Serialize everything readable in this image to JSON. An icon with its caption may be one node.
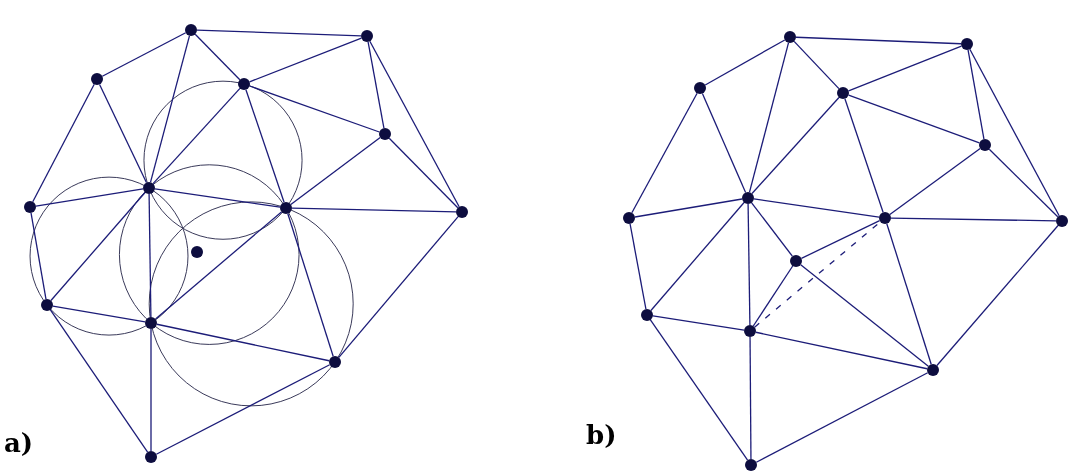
{
  "diagram": {
    "nodes": [
      {
        "text": [],
        "shape": "circle"
      },
      {
        "text": [],
        "shape": "circle"
      },
      {
        "text": [],
        "shape": "circle"
      },
      {
        "text": [],
        "shape": "circle"
      },
      {
        "text": [],
        "shape": "circle"
      },
      {
        "text": [],
        "shape": "circle"
      },
      {
        "text": [],
        "shape": "circle"
      },
      {
        "text": [],
        "shape": "circle"
      },
      {
        "text": [],
        "shape": "circle"
      },
      {
        "text": [],
        "shape": "circle"
      },
      {
        "text": [],
        "shape": "circle"
      },
      {
        "text": [],
        "shape": "circle"
      },
      {
        "text": [],
        "shape": "circle"
      },
      {
        "text": [],
        "shape": "circle"
      },
      {
        "text": [],
        "shape": "circle"
      },
      {
        "text": [],
        "shape": "circle"
      },
      {
        "text": [],
        "shape": "circle"
      },
      {
        "text": [],
        "shape": "circle"
      },
      {
        "text": [],
        "shape": "circle"
      },
      {
        "text": [],
        "shape": "circle"
      },
      {
        "text": [],
        "shape": "circle"
      },
      {
        "text": [],
        "shape": "circle"
      },
      {
        "text": [],
        "shape": "circle"
      },
      {
        "text": [],
        "shape": "circle"
      },
      {
        "text": [],
        "shape": "circle"
      },
      {
        "text": [],
        "shape": "circle"
      },
      {
        "text": [],
        "shape": "circle"
      },
      {
        "text": [],
        "shape": "circle"
      }
    ],
    "edges": [
      {
        "from": 0,
        "to": 1,
        "arrow": "none"
      },
      {
        "from": 0,
        "to": 2,
        "arrow": "none"
      },
      {
        "from": 0,
        "to": 3,
        "arrow": "none"
      },
      {
        "from": 0,
        "to": 6,
        "arrow": "none"
      },
      {
        "from": 1,
        "to": 3,
        "arrow": "none"
      },
      {
        "from": 1,
        "to": 4,
        "arrow": "none"
      },
      {
        "from": 1,
        "to": 8,
        "arrow": "none"
      },
      {
        "from": 2,
        "to": 5,
        "arrow": "none"
      },
      {
        "from": 2,
        "to": 6,
        "arrow": "none"
      },
      {
        "from": 3,
        "to": 6,
        "arrow": "none"
      },
      {
        "from": 3,
        "to": 7,
        "arrow": "none"
      },
      {
        "from": 3,
        "to": 4,
        "arrow": "none"
      },
      {
        "from": 4,
        "to": 7,
        "arrow": "none"
      },
      {
        "from": 4,
        "to": 8,
        "arrow": "none"
      },
      {
        "from": 5,
        "to": 6,
        "arrow": "none"
      },
      {
        "from": 5,
        "to": 9,
        "arrow": "none"
      },
      {
        "from": 6,
        "to": 7,
        "arrow": "none"
      },
      {
        "from": 6,
        "to": 9,
        "arrow": "none"
      },
      {
        "from": 6,
        "to": 10,
        "arrow": "none"
      },
      {
        "from": 7,
        "to": 8,
        "arrow": "none"
      },
      {
        "from": 7,
        "to": 10,
        "arrow": "none"
      },
      {
        "from": 7,
        "to": 11,
        "arrow": "none"
      },
      {
        "from": 8,
        "to": 11,
        "arrow": "none"
      },
      {
        "from": 9,
        "to": 10,
        "arrow": "none"
      },
      {
        "from": 9,
        "to": 12,
        "arrow": "none"
      },
      {
        "from": 10,
        "to": 11,
        "arrow": "none"
      },
      {
        "from": 10,
        "to": 12,
        "arrow": "none"
      },
      {
        "from": 11,
        "to": 12,
        "arrow": "none"
      },
      {
        "from": 14,
        "to": 15,
        "arrow": "none"
      },
      {
        "from": 14,
        "to": 16,
        "arrow": "none"
      },
      {
        "from": 14,
        "to": 17,
        "arrow": "none"
      },
      {
        "from": 14,
        "to": 20,
        "arrow": "none"
      },
      {
        "from": 15,
        "to": 17,
        "arrow": "none"
      },
      {
        "from": 15,
        "to": 18,
        "arrow": "none"
      },
      {
        "from": 15,
        "to": 22,
        "arrow": "none"
      },
      {
        "from": 16,
        "to": 19,
        "arrow": "none"
      },
      {
        "from": 16,
        "to": 20,
        "arrow": "none"
      },
      {
        "from": 17,
        "to": 20,
        "arrow": "none"
      },
      {
        "from": 17,
        "to": 21,
        "arrow": "none"
      },
      {
        "from": 17,
        "to": 18,
        "arrow": "none"
      },
      {
        "from": 18,
        "to": 21,
        "arrow": "none"
      },
      {
        "from": 18,
        "to": 22,
        "arrow": "none"
      },
      {
        "from": 19,
        "to": 20,
        "arrow": "none"
      },
      {
        "from": 19,
        "to": 23,
        "arrow": "none"
      },
      {
        "from": 20,
        "to": 21,
        "arrow": "none"
      },
      {
        "from": 20,
        "to": 23,
        "arrow": "none"
      },
      {
        "from": 20,
        "to": 24,
        "arrow": "none"
      },
      {
        "from": 21,
        "to": 22,
        "arrow": "none"
      },
      {
        "from": 24,
        "to": 21,
        "arrow": "none",
        "style": "dashed"
      },
      {
        "from": 21,
        "to": 25,
        "arrow": "none"
      },
      {
        "from": 22,
        "to": 25,
        "arrow": "none"
      },
      {
        "from": 23,
        "to": 24,
        "arrow": "none"
      },
      {
        "from": 23,
        "to": 26,
        "arrow": "none"
      },
      {
        "from": 24,
        "to": 25,
        "arrow": "none"
      },
      {
        "from": 24,
        "to": 26,
        "arrow": "none"
      },
      {
        "from": 25,
        "to": 26,
        "arrow": "none"
      },
      {
        "from": 27,
        "to": 20,
        "arrow": "none"
      },
      {
        "from": 27,
        "to": 21,
        "arrow": "none"
      },
      {
        "from": 27,
        "to": 24,
        "arrow": "none"
      },
      {
        "from": 27,
        "to": 25,
        "arrow": "none"
      }
    ],
    "labels": [
      "a)",
      "b)"
    ]
  }
}
